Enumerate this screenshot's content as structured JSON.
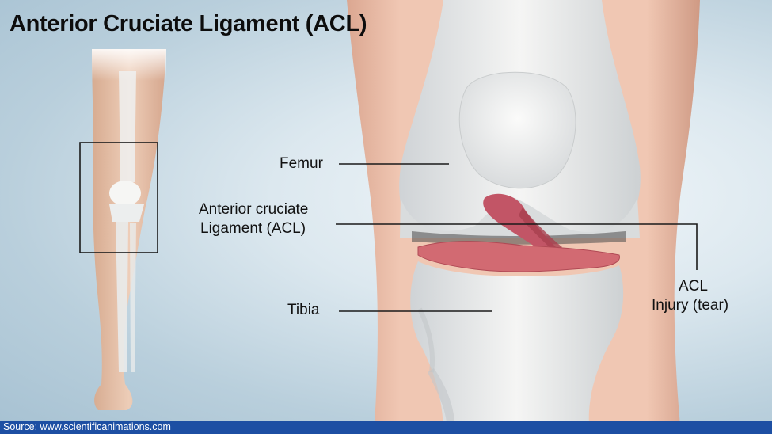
{
  "title": "Anterior Cruciate Ligament (ACL)",
  "labels": {
    "femur": "Femur",
    "acl_line1": "Anterior cruciate",
    "acl_line2": "Ligament (ACL)",
    "tibia": "Tibia",
    "injury_line1": "ACL",
    "injury_line2": "Injury (tear)"
  },
  "source": "Source: www.scientificanimations.com"
}
